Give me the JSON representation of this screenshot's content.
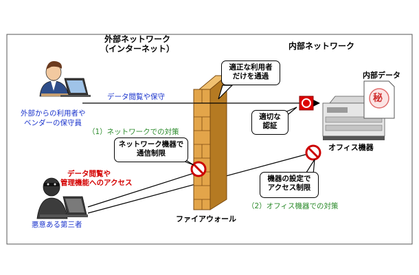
{
  "external_network": {
    "title": "外部ネットワーク",
    "subtitle": "（インターネット）"
  },
  "internal_network": {
    "title": "内部ネットワーク"
  },
  "internal_data": {
    "label": "内部データ",
    "stamp": "秘"
  },
  "legit_user": {
    "label_line1": "外部からの利用者や",
    "label_line2": "ベンダーの保守員"
  },
  "attacker": {
    "label": "悪意ある第三者"
  },
  "firewall": {
    "label": "ファイアウォール"
  },
  "office_device": {
    "label": "オフィス機器"
  },
  "flows": {
    "legit": "データ閲覧や保守",
    "attack_line1": "データ閲覧や",
    "attack_line2": "管理機能へのアクセス"
  },
  "measures": {
    "network": "（1）ネットワークでの対策",
    "device": "（2）オフィス機器での対策"
  },
  "callouts": {
    "firewall_pass": {
      "line1": "適正な利用者",
      "line2": "だけを通過"
    },
    "auth": {
      "line1": "適切な",
      "line2": "認証"
    },
    "network_restrict": {
      "line1": "ネットワーク機器で",
      "line2": "通信制限"
    },
    "device_restrict": {
      "line1": "機器の設定で",
      "line2": "アクセス制限"
    }
  },
  "colors": {
    "legit_text": "#1a33cc",
    "attack_text": "#d40000",
    "measure_text": "#2a8a2a",
    "firewall": "#d89a3a",
    "prohibit": "#cc0000"
  }
}
